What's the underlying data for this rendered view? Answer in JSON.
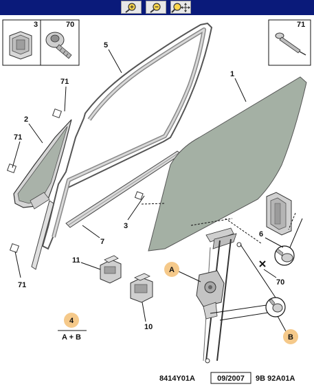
{
  "toolbar": {
    "buttons": [
      {
        "name": "zoom-in-icon"
      },
      {
        "name": "zoom-out-icon"
      },
      {
        "name": "zoom-pan-icon"
      }
    ]
  },
  "labels": {
    "p1": "1",
    "p2": "2",
    "p3_box": "3",
    "p3": "3",
    "p4": "4",
    "p5": "5",
    "p6": "6",
    "p7": "7",
    "p10": "10",
    "p11": "11",
    "p70_box": "70",
    "p70": "70",
    "p71_box": "71",
    "p71_a": "71",
    "p71_b": "71",
    "p71_c": "71",
    "marker_a": "A",
    "marker_b": "B",
    "formula": "A + B"
  },
  "footer": {
    "code": "8414Y01A",
    "date": "09/2007",
    "ref": "9B 92A01A"
  },
  "colors": {
    "toolbar_bg": "#0a1a7a",
    "glass": "#a4b0a4",
    "marker": "#f5c98a",
    "line": "#111111"
  }
}
